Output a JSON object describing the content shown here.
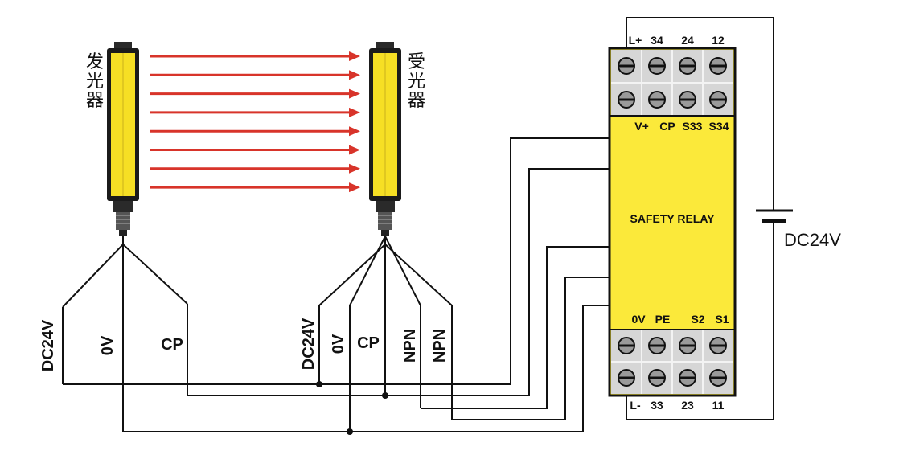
{
  "emitter": {
    "label_chars": [
      "发",
      "光",
      "器"
    ]
  },
  "receiver": {
    "label_chars": [
      "受",
      "光",
      "器"
    ]
  },
  "beam": {
    "count": 8,
    "color": "#d8342a"
  },
  "emitter_wires": [
    "DC24V",
    "0V",
    "CP"
  ],
  "receiver_wires": [
    "DC24V",
    "0V",
    "CP",
    "NPN",
    "NPN"
  ],
  "relay": {
    "title": "SAFETY RELAY",
    "top_terminals": [
      "L+",
      "34",
      "24",
      "12"
    ],
    "upper_inner": [
      "V+",
      "CP",
      "S33",
      "S34"
    ],
    "lower_inner": [
      "0V",
      "PE",
      "S2",
      "S1"
    ],
    "bottom_terminals": [
      "L-",
      "33",
      "23",
      "11"
    ],
    "body_color": "#fbe93a"
  },
  "power_supply": {
    "label": "DC24V"
  },
  "colors": {
    "sensor_yellow": "#f6df24",
    "wire": "#111111",
    "terminal_grey": "#d6d6d6"
  }
}
